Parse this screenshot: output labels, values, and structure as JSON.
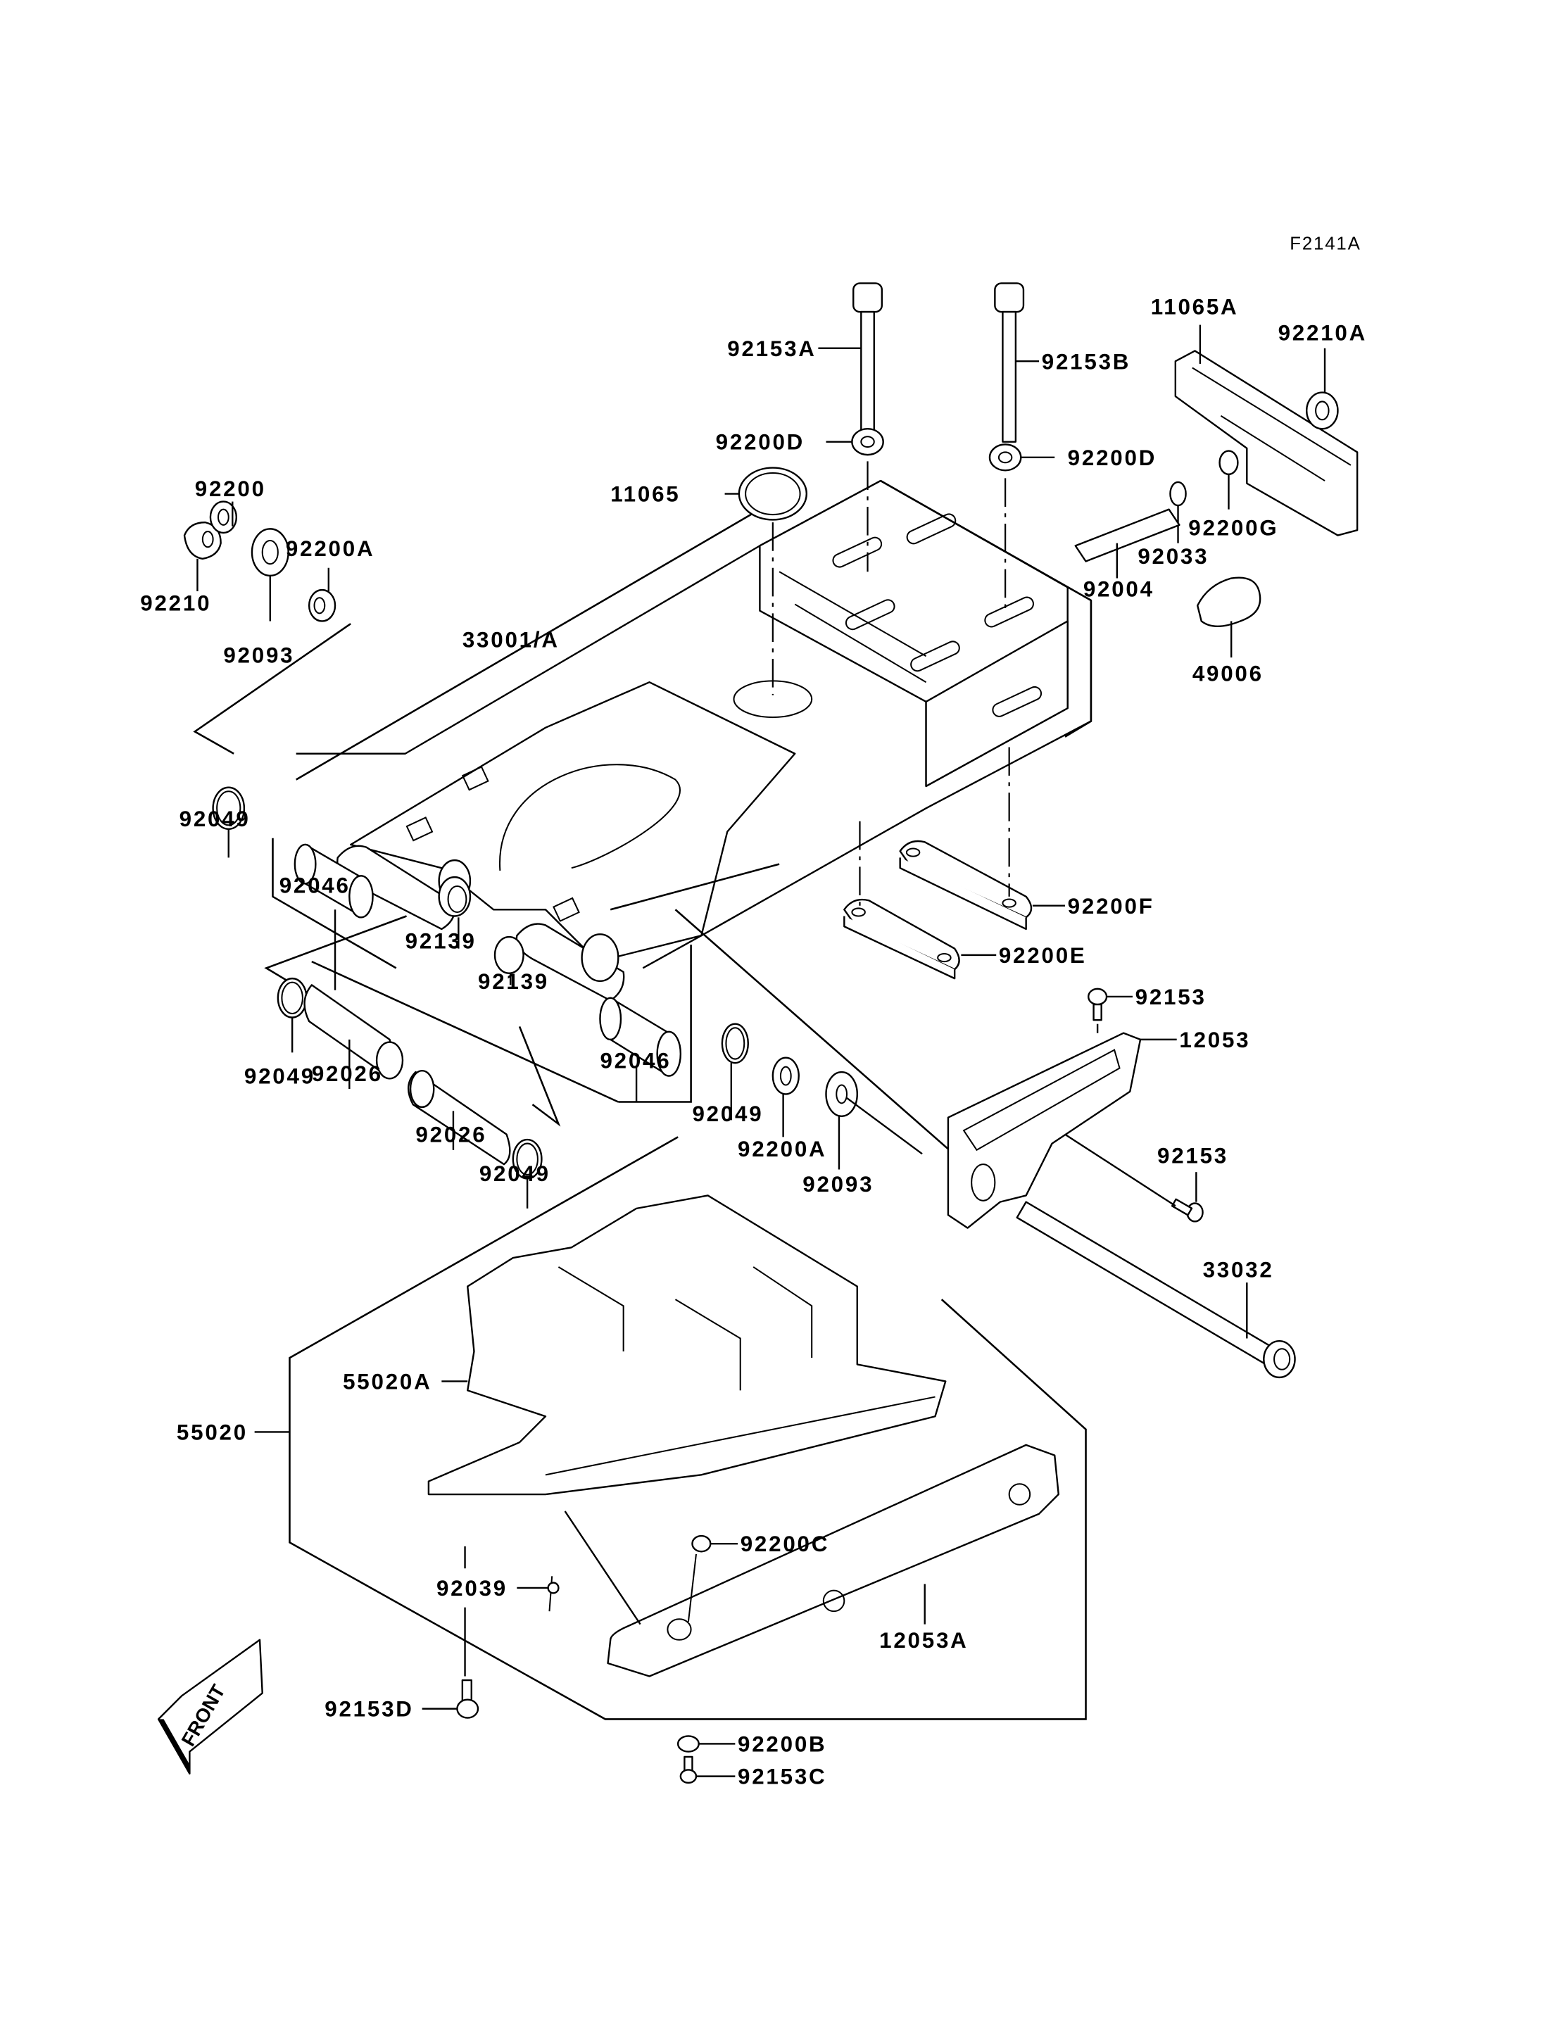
{
  "diagram": {
    "title": "Swingarm exploded parts diagram",
    "figure_ref": "F2141A",
    "front_marker": "FRONT",
    "colors": {
      "line": "#000000",
      "background": "#ffffff"
    },
    "parts": [
      {
        "id": "p01",
        "number": "92153A",
        "description": "bolt (long)"
      },
      {
        "id": "p02",
        "number": "92153B",
        "description": "bolt (long)"
      },
      {
        "id": "p03",
        "number": "11065A",
        "description": "rail / cover"
      },
      {
        "id": "p04",
        "number": "92210A",
        "description": "nut"
      },
      {
        "id": "p05",
        "number": "92200D",
        "description": "washer (left)"
      },
      {
        "id": "p06",
        "number": "92200D",
        "description": "washer (right)"
      },
      {
        "id": "p07",
        "number": "11065",
        "description": "cap / grommet"
      },
      {
        "id": "p08",
        "number": "92200",
        "description": "washer"
      },
      {
        "id": "p09",
        "number": "92200A",
        "description": "washer (upper)"
      },
      {
        "id": "p10",
        "number": "92210",
        "description": "nut"
      },
      {
        "id": "p11",
        "number": "92093",
        "description": "seal (upper)"
      },
      {
        "id": "p12",
        "number": "92200G",
        "description": "washer"
      },
      {
        "id": "p13",
        "number": "92033",
        "description": "circlip"
      },
      {
        "id": "p14",
        "number": "92004",
        "description": "stud"
      },
      {
        "id": "p15",
        "number": "49006",
        "description": "boot / bellows"
      },
      {
        "id": "p16",
        "number": "33001/A",
        "description": "swingarm"
      },
      {
        "id": "p17",
        "number": "92049",
        "description": "seal (upper left)"
      },
      {
        "id": "p18",
        "number": "92046",
        "description": "needle bearing (left)"
      },
      {
        "id": "p19",
        "number": "92139",
        "description": "bushing (left)"
      },
      {
        "id": "p20",
        "number": "92139",
        "description": "bushing (right)"
      },
      {
        "id": "p21",
        "number": "92200F",
        "description": "plate"
      },
      {
        "id": "p22",
        "number": "92200E",
        "description": "plate"
      },
      {
        "id": "p23",
        "number": "92153",
        "description": "bolt (upper)"
      },
      {
        "id": "p24",
        "number": "12053",
        "description": "chain guide"
      },
      {
        "id": "p25",
        "number": "92049",
        "description": "seal (lower left)"
      },
      {
        "id": "p26",
        "number": "92026",
        "description": "sleeve (left)"
      },
      {
        "id": "p27",
        "number": "92046",
        "description": "needle bearing (right)"
      },
      {
        "id": "p28",
        "number": "92026",
        "description": "sleeve (right)"
      },
      {
        "id": "p29",
        "number": "92049",
        "description": "seal (lower center)"
      },
      {
        "id": "p30",
        "number": "92049",
        "description": "seal (right)"
      },
      {
        "id": "p31",
        "number": "92200A",
        "description": "washer (lower)"
      },
      {
        "id": "p32",
        "number": "92093",
        "description": "seal (lower)"
      },
      {
        "id": "p33",
        "number": "92153",
        "description": "bolt (lower)"
      },
      {
        "id": "p34",
        "number": "33032",
        "description": "pivot shaft"
      },
      {
        "id": "p35",
        "number": "55020A",
        "description": "guard"
      },
      {
        "id": "p36",
        "number": "55020",
        "description": "guard assembly"
      },
      {
        "id": "p37",
        "number": "92200C",
        "description": "washer"
      },
      {
        "id": "p38",
        "number": "92039",
        "description": "rivet"
      },
      {
        "id": "p39",
        "number": "12053A",
        "description": "slider / guide"
      },
      {
        "id": "p40",
        "number": "92153D",
        "description": "bolt"
      },
      {
        "id": "p41",
        "number": "92200B",
        "description": "washer"
      },
      {
        "id": "p42",
        "number": "92153C",
        "description": "bolt"
      }
    ]
  }
}
